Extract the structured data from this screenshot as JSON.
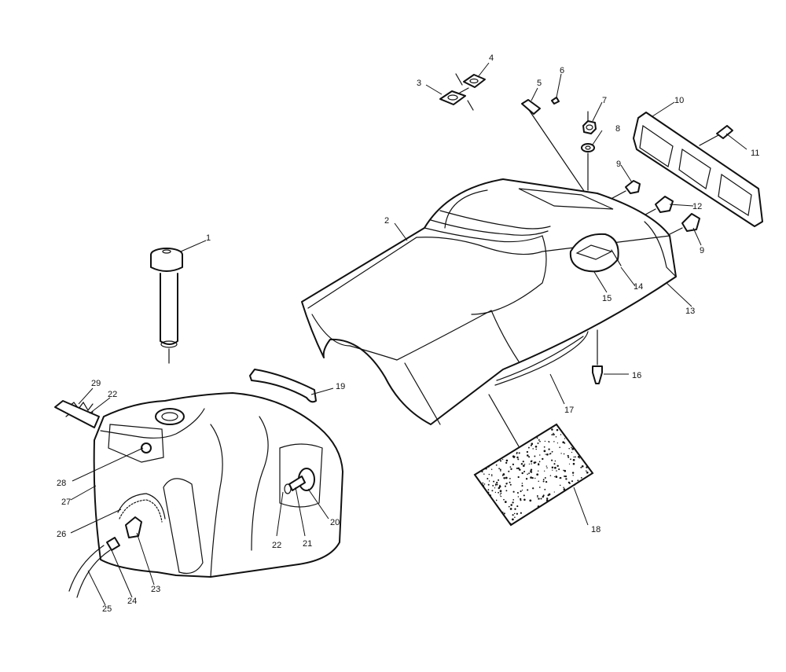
{
  "diagram": {
    "colors": {
      "ink": "#111111",
      "paper": "#ffffff"
    },
    "callouts": [
      {
        "id": "c1",
        "label": "1"
      },
      {
        "id": "c2",
        "label": "2"
      },
      {
        "id": "c3",
        "label": "3"
      },
      {
        "id": "c4",
        "label": "4"
      },
      {
        "id": "c5",
        "label": "5"
      },
      {
        "id": "c6",
        "label": "6"
      },
      {
        "id": "c7",
        "label": "7"
      },
      {
        "id": "c8",
        "label": "8"
      },
      {
        "id": "c9a",
        "label": "9"
      },
      {
        "id": "c9b",
        "label": "9"
      },
      {
        "id": "c10",
        "label": "10"
      },
      {
        "id": "c11",
        "label": "11"
      },
      {
        "id": "c12",
        "label": "12"
      },
      {
        "id": "c13",
        "label": "13"
      },
      {
        "id": "c14",
        "label": "14"
      },
      {
        "id": "c15",
        "label": "15"
      },
      {
        "id": "c16",
        "label": "16"
      },
      {
        "id": "c17",
        "label": "17"
      },
      {
        "id": "c18",
        "label": "18"
      },
      {
        "id": "c19",
        "label": "19"
      },
      {
        "id": "c20",
        "label": "20"
      },
      {
        "id": "c21",
        "label": "21"
      },
      {
        "id": "c22a",
        "label": "22"
      },
      {
        "id": "c22b",
        "label": "22"
      },
      {
        "id": "c23",
        "label": "23"
      },
      {
        "id": "c24",
        "label": "24"
      },
      {
        "id": "c25",
        "label": "25"
      },
      {
        "id": "c26",
        "label": "26"
      },
      {
        "id": "c27",
        "label": "27"
      },
      {
        "id": "c28",
        "label": "28"
      },
      {
        "id": "c29",
        "label": "29"
      }
    ]
  }
}
